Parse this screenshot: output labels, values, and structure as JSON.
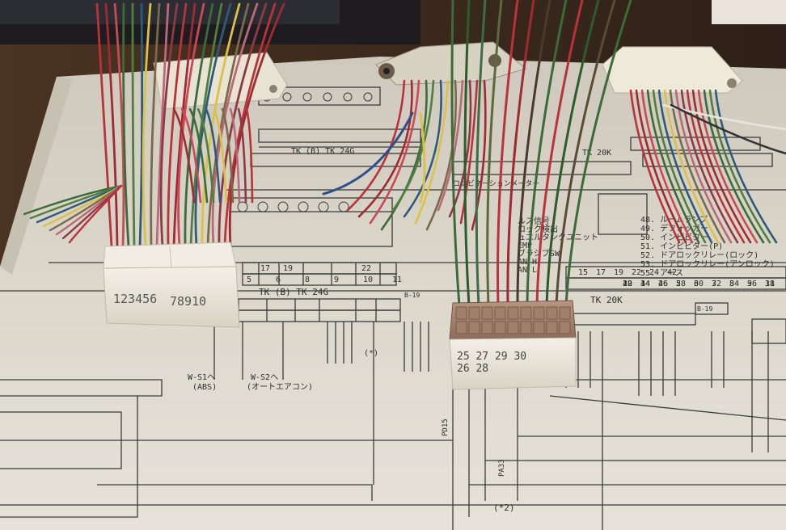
{
  "photo": {
    "connectors": {
      "left_numbers_a": "123456",
      "left_numbers_b": "78910",
      "right_numbers_a": "25 27 29 30",
      "right_numbers_b": "26 28"
    },
    "diagram": {
      "tk_label_left": "TK (B) TK 24G",
      "tk_label_right": "TK 20K",
      "tk_top_label": "TK (B) TK 24G",
      "tk_top_right": "TK 20K",
      "label_ws1": "W-S1へ",
      "label_abs": "(ABS)",
      "label_ws2": "W-S2へ",
      "label_aircon": "(オートエアコン)",
      "label_star": "(*)",
      "label_star2": "(*2)",
      "label_b19": "B-19",
      "label_pd15": "PD15",
      "label_pa33": "PA33",
      "label_combi": "コンビネーションメーター",
      "legend": [
        "48. ルームランプ",
        "49. デフォッガー",
        "50. インピビター",
        "51. インピビター(P)",
        "52. ドアロックリレー(ロック)",
        "53. ドアロックリレー(アンロック)",
        "55. アース"
      ],
      "legend_left": [
        "ルス信号",
        "ロック検出",
        "ュエルタンクユニット",
        "EMP",
        "ブラシプSW",
        "AN H",
        "AN L"
      ],
      "row_numbers_a": [
        "17",
        "19",
        "22"
      ],
      "row_numbers_b": [
        "5",
        "6",
        "8",
        "9",
        "10",
        "11"
      ],
      "row_numbers_c": [
        "15",
        "17",
        "19",
        "22",
        "24",
        "42"
      ],
      "row_numbers_d": [
        "2",
        "3",
        "4",
        "5",
        "6",
        "7",
        "8",
        "9",
        "11",
        "12",
        "14",
        "26",
        "28",
        "30",
        "32",
        "34",
        "36",
        "38",
        "40",
        "44",
        "46"
      ]
    }
  }
}
